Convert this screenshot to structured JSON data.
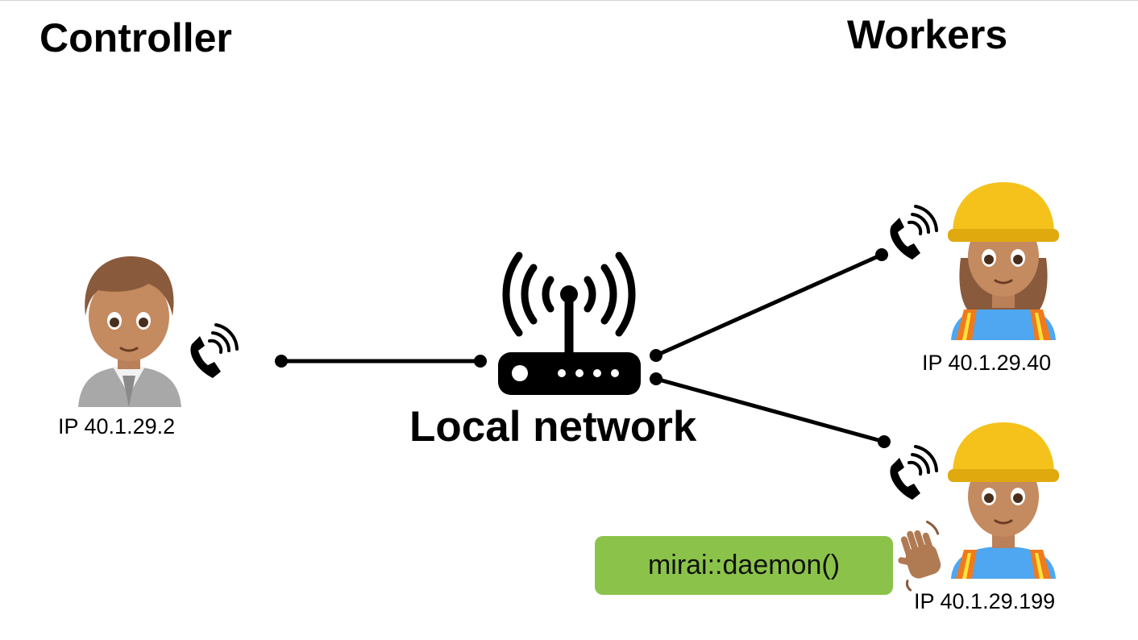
{
  "headings": {
    "controller": "Controller",
    "workers": "Workers"
  },
  "network": {
    "label": "Local network",
    "icon": "router-icon"
  },
  "controller": {
    "ip": "IP 40.1.29.2",
    "avatar": "office-worker-icon",
    "phone": "phone-ringing-icon"
  },
  "workers": [
    {
      "ip": "IP 40.1.29.40",
      "avatar": "construction-worker-woman-icon",
      "phone": "phone-ringing-icon"
    },
    {
      "ip": "IP 40.1.29.199",
      "avatar": "construction-worker-man-icon",
      "phone": "phone-ringing-icon",
      "gesture": "waving-hand-icon"
    }
  ],
  "daemon": {
    "label": "mirai::daemon()",
    "color": "#8bc34a"
  },
  "colors": {
    "line": "#000000",
    "skin": "#b9805a",
    "hair": "#8a5a3c",
    "helmet": "#f4c21b",
    "vest": "#f07a1e",
    "vest_stripe": "#ffe23b",
    "shirt": "#4ea7f0",
    "suit": "#9a9a9a"
  }
}
